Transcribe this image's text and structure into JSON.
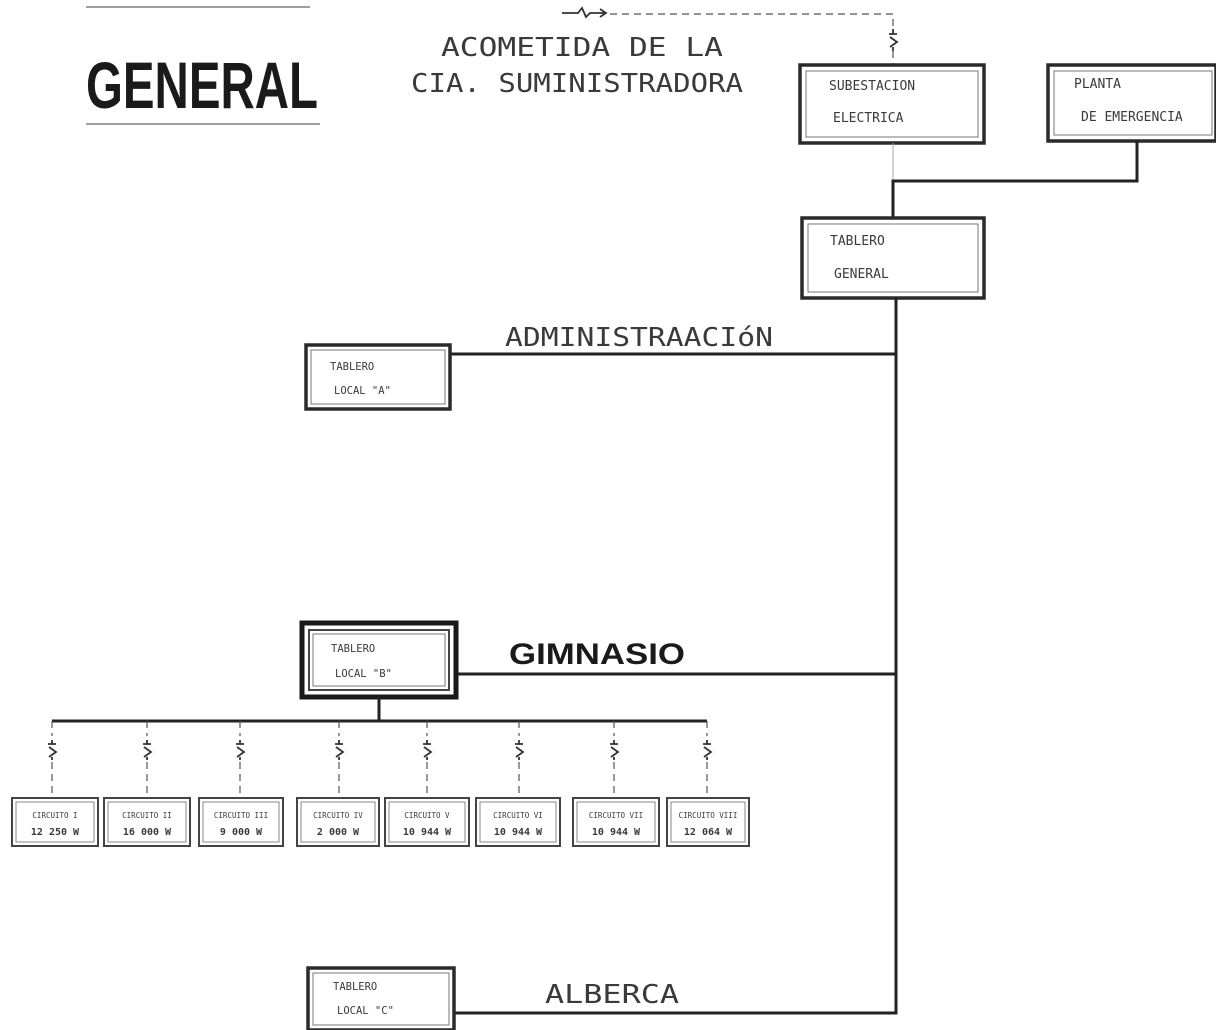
{
  "title": "GENERAL",
  "supply_label": {
    "line1": "ACOMETIDA DE LA",
    "line2": "CIA. SUMINISTRADORA"
  },
  "boxes": {
    "substation": {
      "line1": "SUBESTACION",
      "line2": "ELECTRICA"
    },
    "emergency_plant": {
      "line1": "PLANTA",
      "line2": "DE EMERGENCIA"
    },
    "main_board": {
      "line1": "TABLERO",
      "line2": "GENERAL"
    },
    "local_a": {
      "line1": "TABLERO",
      "line2": "LOCAL \"A\""
    },
    "local_b": {
      "line1": "TABLERO",
      "line2": "LOCAL \"B\""
    },
    "local_c": {
      "line1": "TABLERO",
      "line2": "LOCAL \"C\""
    }
  },
  "branch_labels": {
    "a": "ADMINISTRAACIóN",
    "b": "GIMNASIO",
    "c": "ALBERCA"
  },
  "circuits": [
    {
      "name": "CIRCUITO  I",
      "load": "12 250 W"
    },
    {
      "name": "CIRCUITO  II",
      "load": "16 000 W"
    },
    {
      "name": "CIRCUITO  III",
      "load": "9 000 W"
    },
    {
      "name": "CIRCUITO  IV",
      "load": "2 000 W"
    },
    {
      "name": "CIRCUITO  V",
      "load": "10 944 W"
    },
    {
      "name": "CIRCUITO VI",
      "load": "10 944 W"
    },
    {
      "name": "CIRCUITO  VII",
      "load": "10 944 W"
    },
    {
      "name": "CIRCUITO VIII",
      "load": "12 064 W"
    }
  ]
}
